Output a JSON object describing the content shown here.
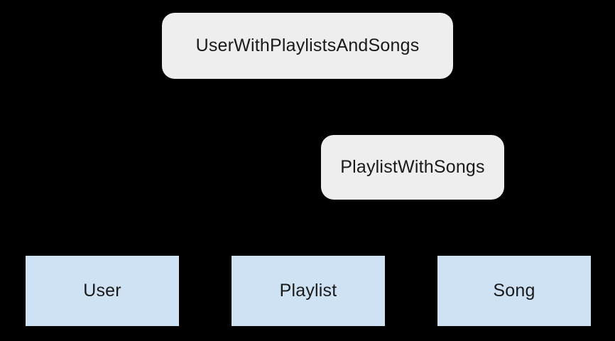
{
  "diagram": {
    "background_color": "#000000",
    "node_fill_gray": "#eeeeee",
    "node_fill_blue": "#cfe2f3",
    "node_text_color": "#1a1a1a",
    "nodes": [
      {
        "id": "user-with-playlists-and-songs",
        "label": "UserWithPlaylistsAndSongs",
        "style": "gray-rounded"
      },
      {
        "id": "playlist-with-songs",
        "label": "PlaylistWithSongs",
        "style": "gray-rounded"
      },
      {
        "id": "user",
        "label": "User",
        "style": "blue-rect"
      },
      {
        "id": "playlist",
        "label": "Playlist",
        "style": "blue-rect"
      },
      {
        "id": "song",
        "label": "Song",
        "style": "blue-rect"
      }
    ]
  }
}
